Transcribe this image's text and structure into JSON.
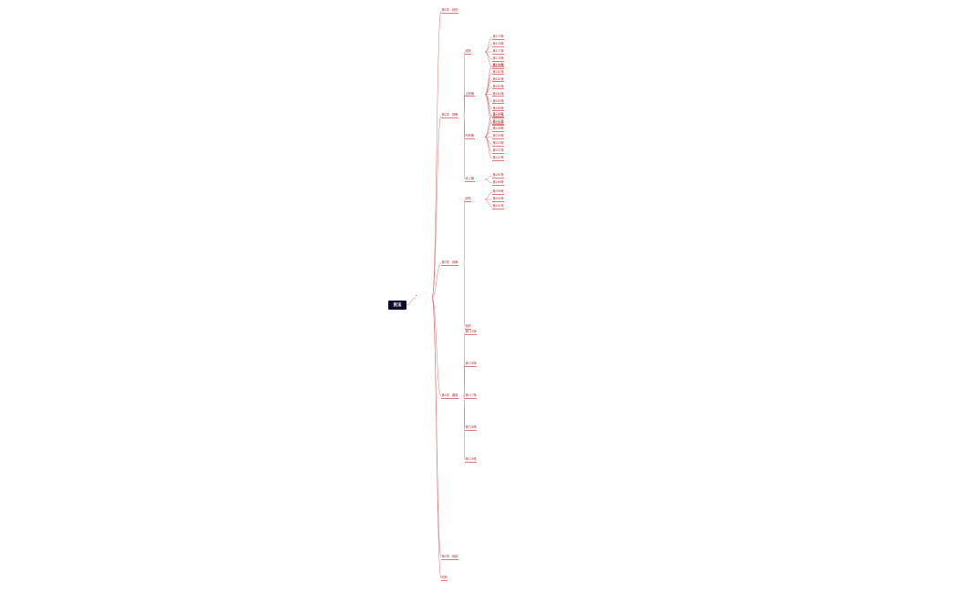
{
  "root": {
    "label": "民法"
  },
  "nodes": [
    {
      "id": "a",
      "label": "第1章　総則"
    },
    {
      "id": "b",
      "label": "第2章　物権",
      "children": [
        {
          "id": "b1",
          "label": "総則",
          "children": [
            "第175条",
            "第176条",
            "第177条",
            "第178条",
            "第179条"
          ]
        },
        {
          "id": "b2",
          "label": "占有権",
          "children": [
            "第180条",
            "第181条",
            "第182条",
            "第183条",
            "第184条",
            "第185条",
            "第186条",
            "第187条",
            "第188条"
          ]
        },
        {
          "id": "b3",
          "label": "所有権",
          "children": [
            "第206条",
            "第207条",
            "第208条",
            "第209条",
            "第210条",
            "第211条",
            "第212条"
          ]
        },
        {
          "id": "b4",
          "label": "地上権",
          "children": [
            "第265条",
            "第266条"
          ]
        }
      ]
    },
    {
      "id": "c",
      "label": "第3章　債権",
      "children": [
        {
          "id": "c1",
          "label": "総則",
          "children": [
            "第399条",
            "第400条",
            "第401条"
          ]
        },
        {
          "id": "c2",
          "label": "契約"
        }
      ]
    },
    {
      "id": "d",
      "label": "第4章　親族",
      "children": [
        "第725条",
        "第726条",
        "第727条",
        "第728条",
        "第729条"
      ]
    },
    {
      "id": "e",
      "label": "第5章　相続"
    },
    {
      "id": "f",
      "label": "附則"
    }
  ]
}
